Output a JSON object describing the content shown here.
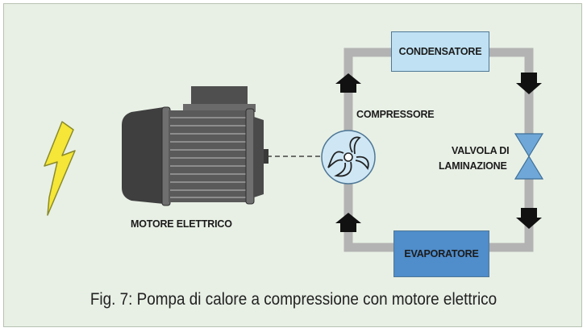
{
  "labels": {
    "motor": "MOTORE ELETTRICO",
    "compressor": "COMPRESSORE",
    "valve_line1": "VALVOLA DI",
    "valve_line2": "LAMINAZIONE",
    "condenser": "CONDENSATORE",
    "evaporator": "EVAPORATORE"
  },
  "caption": "Fig. 7: Pompa di calore a compressione con motore elettrico",
  "colors": {
    "background": "#e8f0e5",
    "pipe": "#b3b3b3",
    "condenser_fill": "#bfe1f3",
    "evaporator_fill": "#4f8dcb",
    "compressor_fill": "#cfe7f5",
    "valve_fill": "#6fa8d8",
    "motor": "#6f6f6f",
    "lightning": "#f5e637",
    "arrow": "#111111"
  },
  "icons": [
    "lightning-icon",
    "electric-motor-icon",
    "compressor-fan-icon",
    "expansion-valve-icon",
    "flow-arrow-icon"
  ]
}
